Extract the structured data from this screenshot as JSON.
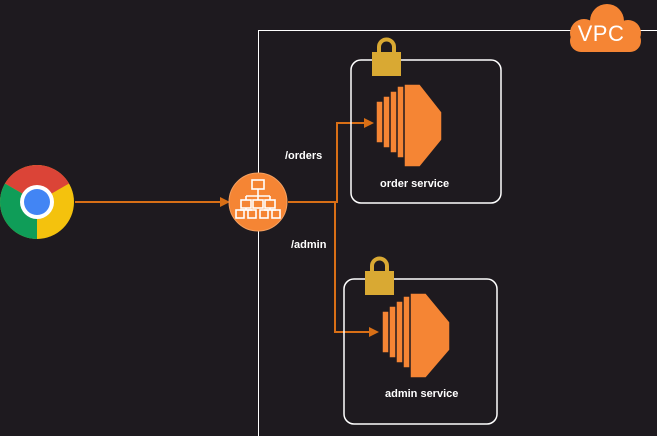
{
  "colors": {
    "background": "#1e1a1f",
    "orange": "#f58534",
    "arrow": "#d96f16",
    "lock": "#d9a933",
    "border": "#ffffff",
    "chrome_red": "#db4437",
    "chrome_yellow": "#f4c20d",
    "chrome_green": "#0f9d58",
    "chrome_blue": "#4285f4"
  },
  "icons": {
    "client": "chrome-browser-icon",
    "balancer": "load-balancer-icon",
    "vpc": "vpc-cloud-icon",
    "instance": "ec2-instance-icon",
    "lock": "lock-icon"
  },
  "vpc": {
    "label": "VPC"
  },
  "routes": {
    "orders": "/orders",
    "admin": "/admin"
  },
  "services": {
    "order": {
      "label": "order service"
    },
    "admin": {
      "label": "admin service"
    }
  }
}
